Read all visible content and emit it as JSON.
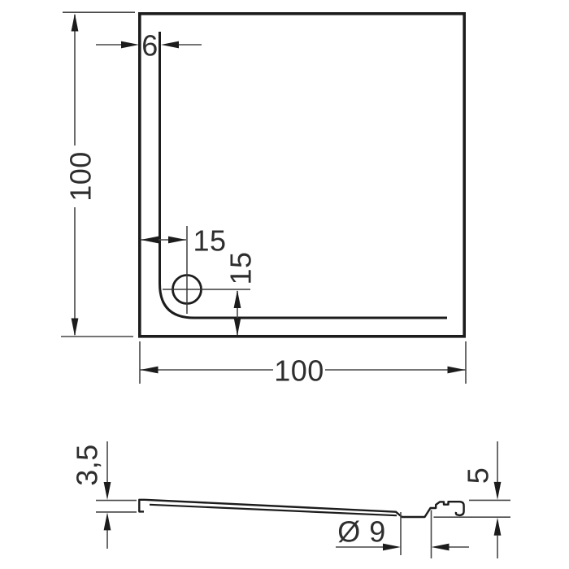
{
  "drawing": {
    "kind": "shower-tray technical drawing, top view and cross-section",
    "colors": {
      "background": "#ffffff",
      "outline": "#1c1c1c",
      "dimension_line": "#474747",
      "text": "#2e2e2e"
    }
  },
  "top_view": {
    "dims": {
      "height_left": "100",
      "wall_top": "6",
      "drain_from_edge_x": "15",
      "drain_from_edge_y": "15",
      "width_bottom": "100"
    }
  },
  "section_view": {
    "dims": {
      "edge_height": "3,5",
      "drain_area_height": "5",
      "drain_recess_diameter": "Ø 9"
    }
  }
}
